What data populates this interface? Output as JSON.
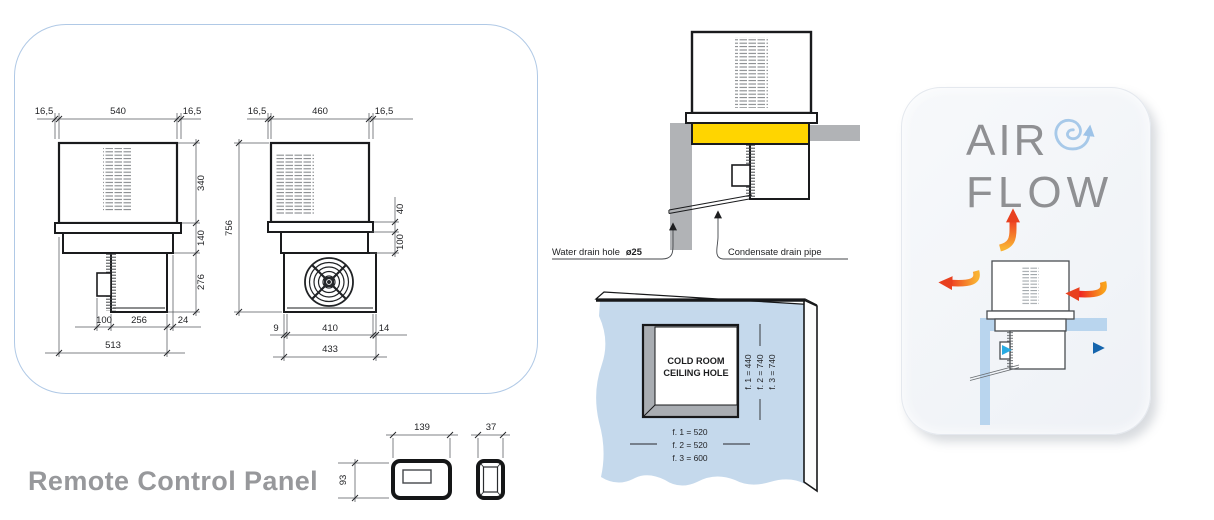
{
  "drawings": {
    "front_view": {
      "dim_top_left": "16,5",
      "dim_top_mid": "540",
      "dim_top_right": "16,5",
      "dim_right_1": "340",
      "dim_right_2": "140",
      "dim_right_3": "276",
      "dim_bottom_1": "100",
      "dim_bottom_2": "256",
      "dim_bottom_3": "24",
      "dim_bottom_total": "513"
    },
    "side_view": {
      "dim_top_left": "16,5",
      "dim_top_mid": "460",
      "dim_top_right": "16,5",
      "dim_left_total": "756",
      "dim_right_1": "40",
      "dim_right_2": "100",
      "dim_bottom_1": "9",
      "dim_bottom_2": "410",
      "dim_bottom_3": "14",
      "dim_bottom_total": "433"
    }
  },
  "installation": {
    "water_drain_label": "Water drain hole",
    "water_drain_diameter": "ø25",
    "condensate_label": "Condensate drain pipe"
  },
  "ceiling_hole": {
    "title_line1": "COLD ROOM",
    "title_line2": "CEILING HOLE",
    "height_dims": [
      "f. 1 = 440",
      "f. 2 = 740",
      "f. 3 = 740"
    ],
    "width_dims": [
      "f. 1 = 520",
      "f. 2 = 520",
      "f. 3 = 600"
    ]
  },
  "airflow": {
    "title_line1": "AIR",
    "title_line2": "FLOW"
  },
  "remote_panel": {
    "title": "Remote Control Panel",
    "dim_width": "139",
    "dim_height": "93",
    "dim_depth": "37"
  },
  "colors": {
    "panel_border": "#b0c9e6",
    "seal_yellow": "#ffd500",
    "wall_gray": "#b1b3b6",
    "ceiling_blue": "#c5d9ec",
    "airflow_blue": "#b9d5ee",
    "accent_orange": "#f9b233",
    "accent_red": "#ed3b24",
    "accent_cyan": "#29abe2",
    "accent_dark_blue": "#1565ad",
    "title_gray": "#97989b"
  }
}
